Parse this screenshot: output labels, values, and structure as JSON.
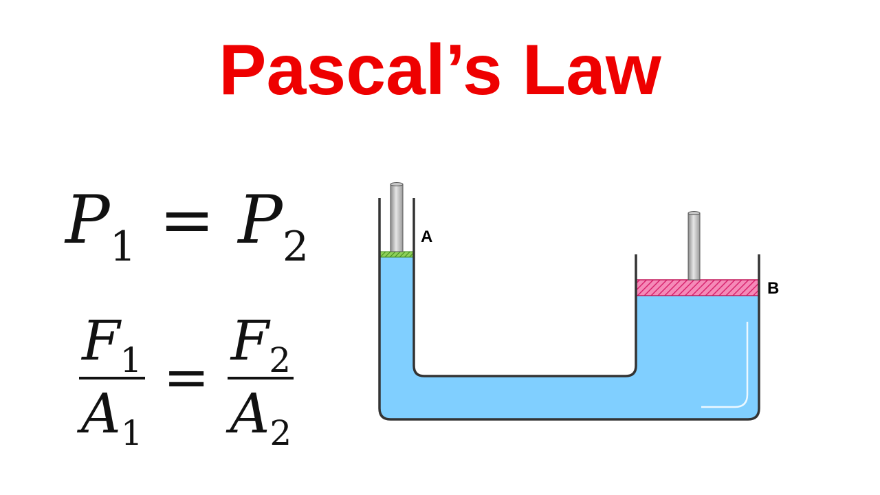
{
  "title": {
    "text": "Pascal’s Law",
    "color": "#ee0000"
  },
  "equation_pressure": {
    "left_var": "P",
    "left_sub": "1",
    "operator": "=",
    "right_var": "P",
    "right_sub": "2"
  },
  "equation_ratio": {
    "left_num_var": "F",
    "left_num_sub": "1",
    "left_den_var": "A",
    "left_den_sub": "1",
    "operator": "=",
    "right_num_var": "F",
    "right_num_sub": "2",
    "right_den_var": "A",
    "right_den_sub": "2"
  },
  "diagram": {
    "piston_a_label": "A",
    "piston_b_label": "B",
    "colors": {
      "fluid": "#80cfff",
      "piston_a": "#6fbf3a",
      "piston_b": "#f0609a",
      "wall": "#333333",
      "rod": "#a8a8a8"
    }
  }
}
